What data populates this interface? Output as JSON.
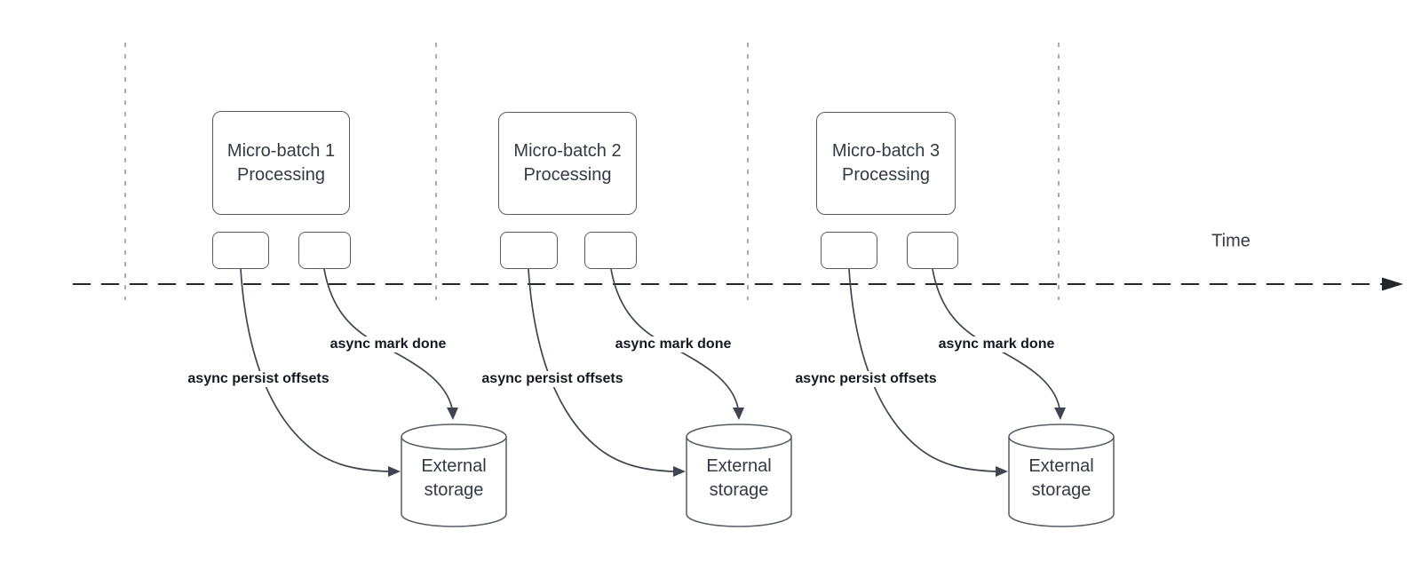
{
  "colors": {
    "shape_stroke": "#575c63",
    "text": "#343a43",
    "bold_text": "#14181f",
    "timeline": "#23262b",
    "guide_line": "#aaacb2",
    "curve": "#3f454e"
  },
  "timeline": {
    "label": "Time"
  },
  "groups": [
    {
      "box_label": "Micro-batch 1\nProcessing",
      "persist_label": "async persist offsets",
      "mark_label": "async mark done",
      "storage_label": "External\nstorage"
    },
    {
      "box_label": "Micro-batch 2\nProcessing",
      "persist_label": "async persist offsets",
      "mark_label": "async mark done",
      "storage_label": "External\nstorage"
    },
    {
      "box_label": "Micro-batch 3\nProcessing",
      "persist_label": "async persist offsets",
      "mark_label": "async mark done",
      "storage_label": "External\nstorage"
    }
  ]
}
